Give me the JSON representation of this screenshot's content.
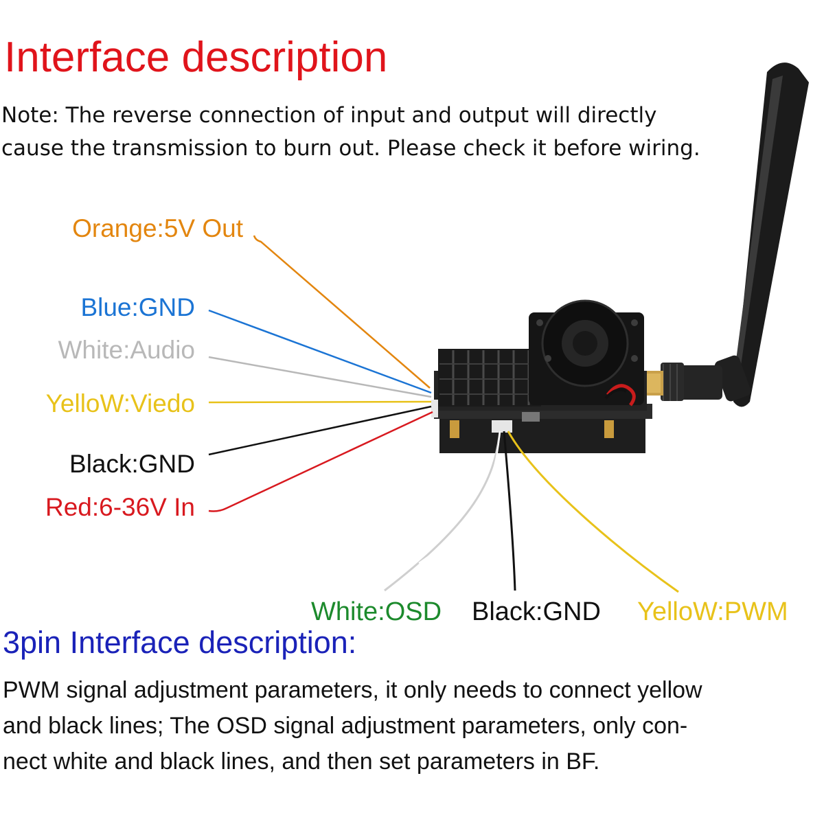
{
  "header": {
    "title": "Interface description",
    "note_line1": "Note: The reverse connection of input and output will directly",
    "note_line2": "cause the transmission to burn out. Please check it before wiring."
  },
  "wires": [
    {
      "label": "Orange:5V Out",
      "color": "#e3860f"
    },
    {
      "label": "Blue:GND",
      "color": "#1b74d4"
    },
    {
      "label": "White:Audio",
      "color": "#b8b8b8"
    },
    {
      "label": "YelloW:Viedo",
      "color": "#e8c21a"
    },
    {
      "label": "Black:GND",
      "color": "#111111"
    },
    {
      "label": "Red:6-36V In",
      "color": "#d8191f"
    }
  ],
  "pins": [
    {
      "label": "White:OSD",
      "color": "#1c8a2c"
    },
    {
      "label": "Black:GND",
      "color": "#111111"
    },
    {
      "label": "YelloW:PWM",
      "color": "#e8c21a"
    }
  ],
  "section": {
    "title": "3pin Interface description:",
    "line1": "PWM signal adjustment parameters, it only needs to connect yellow",
    "line2": "and black lines; The OSD signal adjustment parameters, only con-",
    "line3": "nect white and black lines, and then set parameters in BF."
  }
}
